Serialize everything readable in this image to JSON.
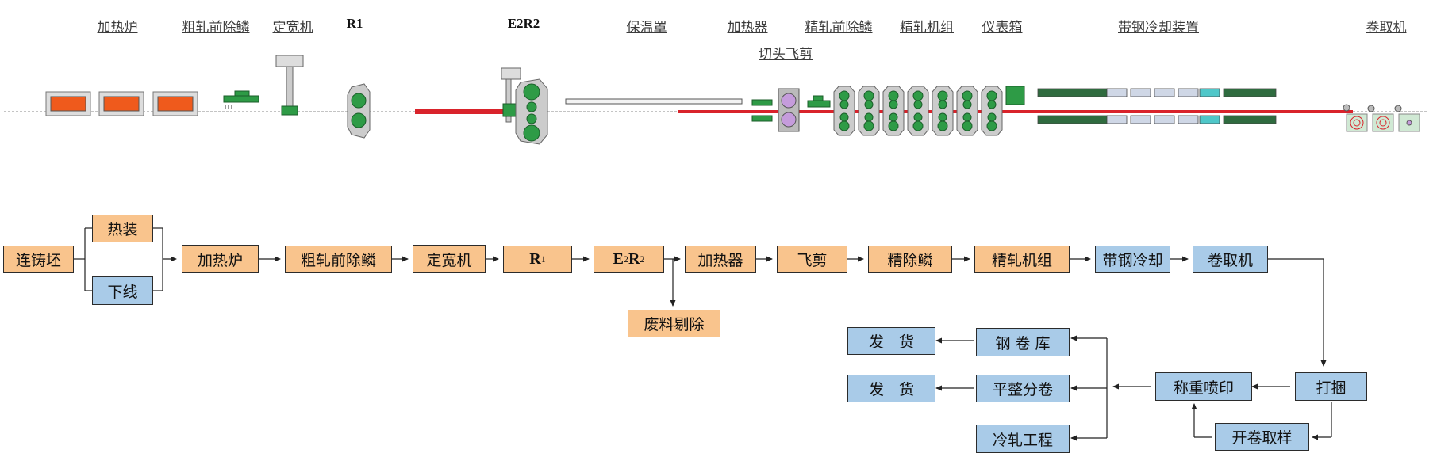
{
  "layout_labels": {
    "furnace": "加热炉",
    "rough_descale": "粗轧前除鳞",
    "sizing_press": "定宽机",
    "r1": "R1",
    "e2r2": "E2R2",
    "heat_cover": "保温罩",
    "heater": "加热器",
    "finish_descale": "精轧前除鳞",
    "finishing_mill": "精轧机组",
    "instrument_box": "仪表箱",
    "cooling_device": "带钢冷却装置",
    "coiler": "卷取机",
    "crop_shear": "切头飞剪"
  },
  "flow": {
    "cast_slab": "连铸坯",
    "hot_charge": "热装",
    "offline": "下线",
    "furnace": "加热炉",
    "rough_descale": "粗轧前除鳞",
    "sizing_press": "定宽机",
    "r1_main": "R",
    "r1_sub": "1",
    "e_main": "E",
    "e_sub": "2",
    "r2_main": "R",
    "r2_sub": "2",
    "heater": "加热器",
    "flying_shear": "飞剪",
    "finish_descale": "精除鳞",
    "finishing_mill": "精轧机组",
    "strip_cooling": "带钢冷却",
    "coiler": "卷取机",
    "scrap_removal": "废料剔除",
    "strapping": "打捆",
    "weigh_mark": "称重喷印",
    "uncoil_sample": "开卷取样",
    "coil_store": "钢 卷 库",
    "skin_pass": "平整分卷",
    "cold_rolling": "冷轧工程",
    "ship_1": "发　货",
    "ship_2": "发　货"
  },
  "colors": {
    "process_box": "#f9c48d",
    "downstream_box": "#a9cbe8",
    "equipment_green": "#2e9b46",
    "strip_red": "#d9232b",
    "furnace_fill": "#ef5a1c"
  }
}
